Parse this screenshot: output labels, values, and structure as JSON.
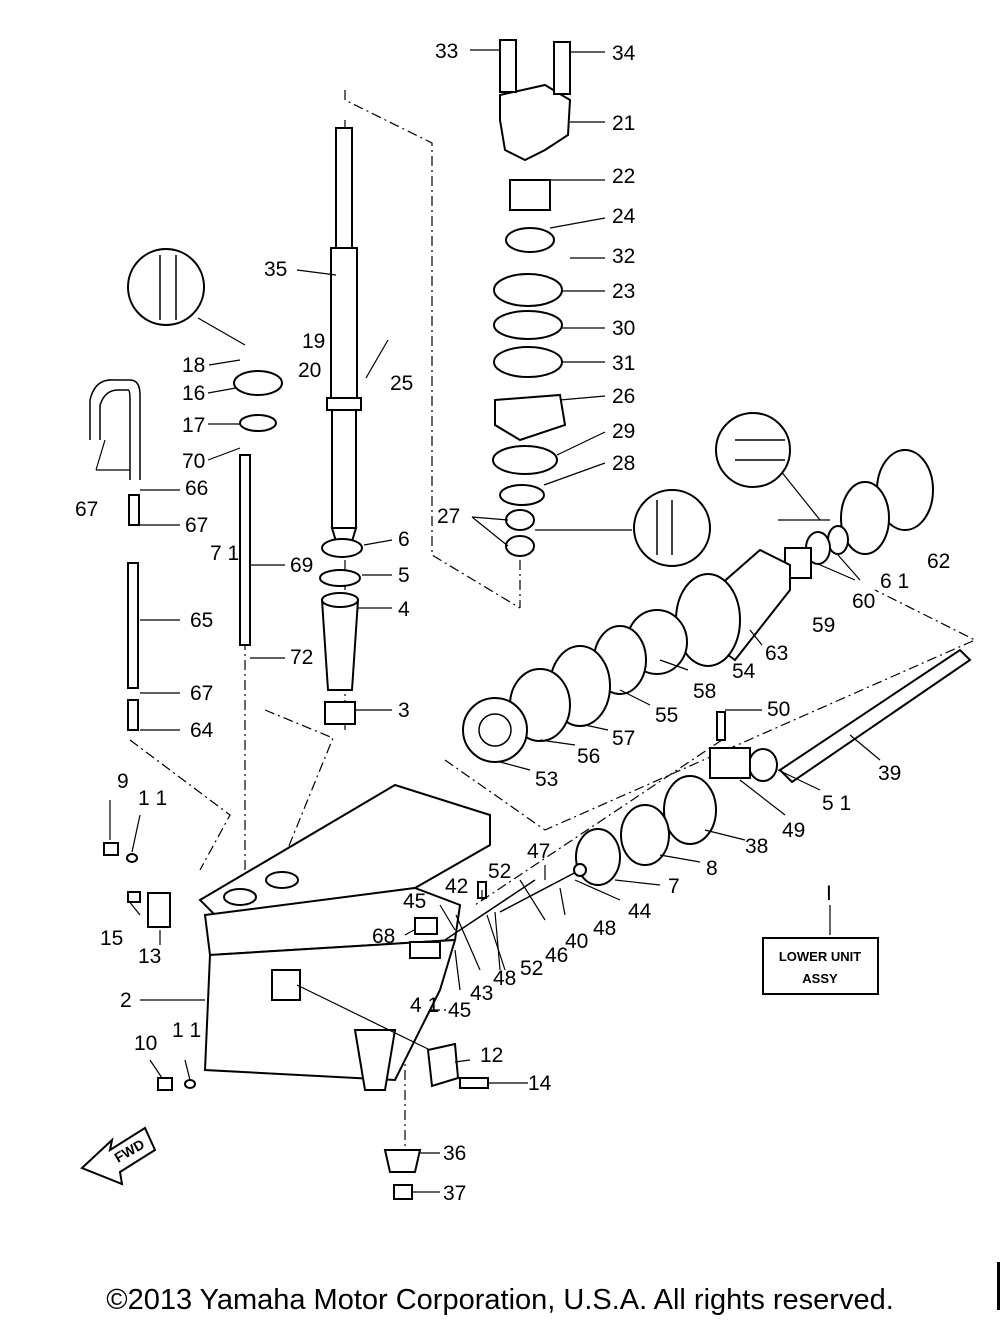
{
  "labels": {
    "p33": "33",
    "p34": "34",
    "p21": "21",
    "p22": "22",
    "p24": "24",
    "p32": "32",
    "p23": "23",
    "p30": "30",
    "p31": "31",
    "p26": "26",
    "p29": "29",
    "p28": "28",
    "p27": "27",
    "p35": "35",
    "p25": "25",
    "p19": "19",
    "p18": "18",
    "p20": "20",
    "p16": "16",
    "p17": "17",
    "p70": "70",
    "p66": "66",
    "p67a": "67",
    "p67b": "67",
    "p67c": "67",
    "p71": "7 1",
    "p69": "69",
    "p65": "65",
    "p72": "72",
    "p64": "64",
    "p6": "6",
    "p5": "5",
    "p4": "4",
    "p3": "3",
    "p62": "62",
    "p61": "6 1",
    "p60": "60",
    "p59": "59",
    "p63": "63",
    "p54": "54",
    "p58": "58",
    "p55": "55",
    "p57": "57",
    "p56": "56",
    "p53": "53",
    "p50": "50",
    "p39": "39",
    "p51": "5 1",
    "p49": "49",
    "p38": "38",
    "p8": "8",
    "p7": "7",
    "p47": "47",
    "p52a": "52",
    "p52b": "52",
    "p44": "44",
    "p48a": "48",
    "p48b": "48",
    "p40": "40",
    "p46": "46",
    "p42": "42",
    "p45a": "45",
    "p45b": "45",
    "p43": "43",
    "p41": "4 1",
    "p68": "68",
    "p9": "9",
    "p11a": "1 1",
    "p11b": "1 1",
    "p15": "15",
    "p13": "13",
    "p2": "2",
    "p10": "10",
    "p12": "12",
    "p14": "14",
    "p36": "36",
    "p37": "37",
    "p1": "I"
  },
  "assy_box": {
    "line1": "LOWER UNIT",
    "line2": "ASSY"
  },
  "fwd_arrow": "FWD",
  "copyright": "©2013 Yamaha Motor Corporation, U.S.A. All rights reserved."
}
